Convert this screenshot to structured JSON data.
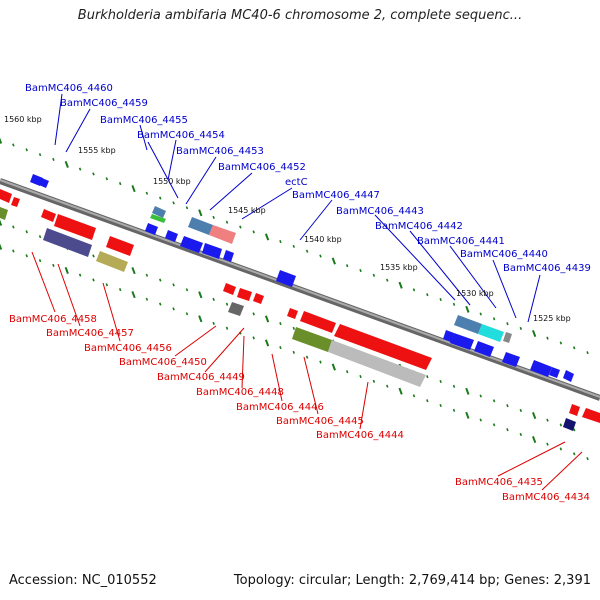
{
  "title": "Burkholderia ambifaria MC40-6 chromosome 2, complete sequenc...",
  "footer": {
    "accession": "Accession: NC_010552",
    "summary": "Topology: circular; Length: 2,769,414 bp; Genes: 2,391"
  },
  "scale_labels": [
    "1560 kbp",
    "1555 kbp",
    "1550 kbp",
    "1545 kbp",
    "1540 kbp",
    "1535 kbp",
    "1530 kbp",
    "1525 kbp"
  ],
  "forward_genes": [
    "BamMC406_4460",
    "BamMC406_4459",
    "BamMC406_4455",
    "BamMC406_4454",
    "BamMC406_4453",
    "BamMC406_4452",
    "ectC",
    "BamMC406_4447",
    "BamMC406_4443",
    "BamMC406_4442",
    "BamMC406_4441",
    "BamMC406_4440",
    "BamMC406_4439"
  ],
  "reverse_genes": [
    "BamMC406_4458",
    "BamMC406_4457",
    "BamMC406_4456",
    "BamMC406_4450",
    "BamMC406_4449",
    "BamMC406_4448",
    "BamMC406_4446",
    "BamMC406_4445",
    "BamMC406_4444",
    "BamMC406_4435",
    "BamMC406_4434"
  ],
  "colors": {
    "forward_label": "#0000cc",
    "reverse_label": "#dd0000",
    "forward_cds": "#1a1aee",
    "reverse_cds": "#ee1111",
    "backbone": "#8a8a8a",
    "tick": "#1a7a1a",
    "leader": "#dd0000",
    "leader_fwd": "#0000cc"
  }
}
